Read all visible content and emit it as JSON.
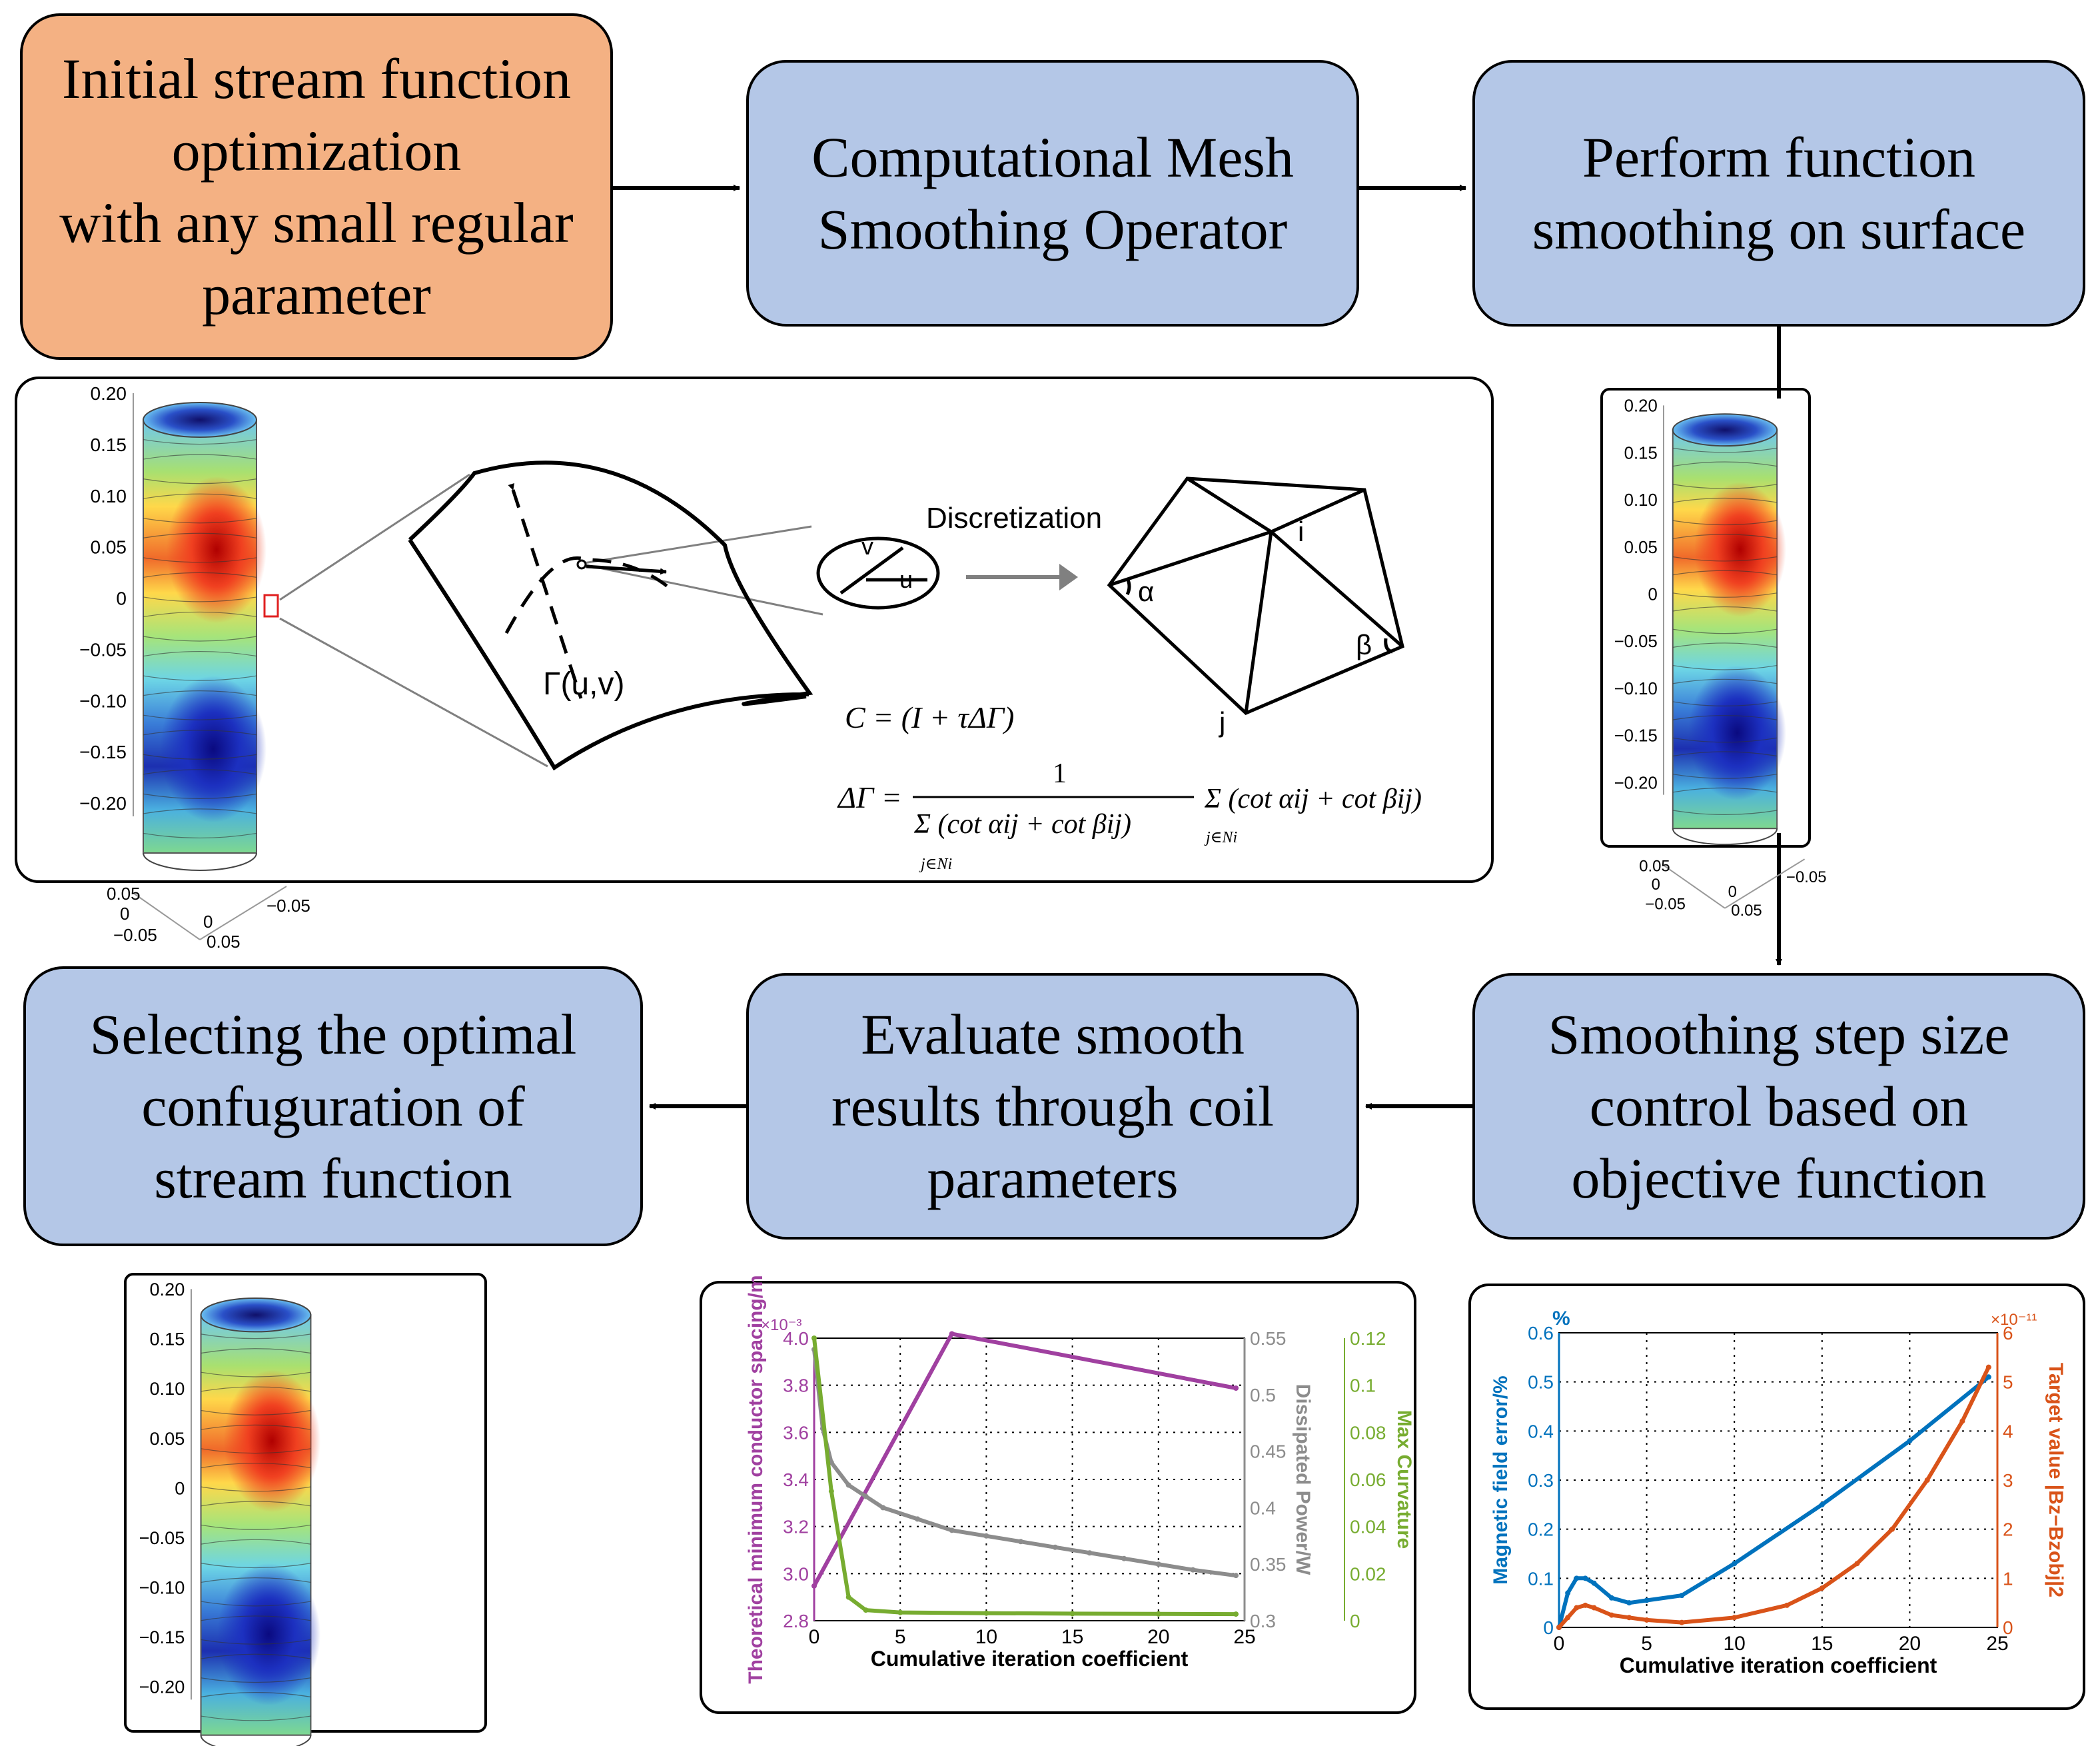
{
  "steps": {
    "s1": "Initial stream function optimization\nwith any small regular parameter",
    "s2": "Computational Mesh\nSmoothing Operator",
    "s3": "Perform function\nsmoothing on surface",
    "s4": "Smoothing step size\ncontrol based on\nobjective function",
    "s5": "Evaluate smooth\nresults through coil\nparameters",
    "s6": "Selecting the optimal\nconfuguration of\nstream function"
  },
  "operator_panel": {
    "discretization_label": "Discretization",
    "surface_label": "Γ(u,v)",
    "u_label": "u",
    "v_label": "v",
    "alpha": "α",
    "beta": "β",
    "vertex_i": "i",
    "vertex_j": "j",
    "formula_C": "C = (I + τΔΓ)",
    "formula_laplace_lhs": "ΔΓ =",
    "formula_numerator": "1",
    "formula_denominator": "Σ (cot αij + cot βij)",
    "formula_denominator_sub": "j∈Ni",
    "formula_right": "Σ (cot αij + cot βij)",
    "formula_right_sub": "j∈Ni"
  },
  "cylinder_axes": {
    "z_ticks": [
      "0.20",
      "0.15",
      "0.10",
      "0.05",
      "0",
      "−0.05",
      "−0.10",
      "−0.15",
      "−0.20"
    ],
    "base_ticks": [
      "0.05",
      "0",
      "−0.05",
      "0",
      "0.05",
      "−0.05"
    ]
  },
  "chart_data": [
    {
      "type": "line",
      "xlabel": "Cumulative iteration coefficient",
      "xlim": [
        0,
        25
      ],
      "x_ticks": [
        "0",
        "5",
        "10",
        "15",
        "20",
        "25"
      ],
      "axes": [
        {
          "side": "left",
          "label": "Theoretical minimum conductor spacing/m",
          "exponent": "×10⁻³",
          "ylim": [
            2.8,
            4.1
          ],
          "ticks": [
            "2.8",
            "3.0",
            "3.2",
            "3.4",
            "3.6",
            "3.8",
            "4.0"
          ],
          "color": "#a040a0"
        },
        {
          "side": "right-1",
          "label": "Dissipated Power/W",
          "ylim": [
            0.3,
            0.55
          ],
          "ticks": [
            "0.3",
            "0.35",
            "0.4",
            "0.45",
            "0.5",
            "0.55"
          ],
          "color": "#8c8c8c"
        },
        {
          "side": "right-2",
          "label": "Max Curvature",
          "ylim": [
            0,
            0.12
          ],
          "ticks": [
            "0",
            "0.02",
            "0.04",
            "0.06",
            "0.08",
            "0.1",
            "0.12"
          ],
          "color": "#77ac30"
        }
      ],
      "series": [
        {
          "axis": 0,
          "color": "#a040a0",
          "x": [
            0,
            8,
            24.5
          ],
          "y": [
            2.96,
            4.12,
            3.87
          ]
        },
        {
          "axis": 1,
          "color": "#8c8c8c",
          "x": [
            0,
            0.5,
            1,
            2,
            3,
            4,
            6,
            8,
            10,
            12,
            14,
            16,
            18,
            20,
            22,
            24.5
          ],
          "y": [
            0.54,
            0.47,
            0.44,
            0.42,
            0.41,
            0.4,
            0.39,
            0.38,
            0.375,
            0.37,
            0.365,
            0.36,
            0.355,
            0.35,
            0.345,
            0.34
          ]
        },
        {
          "axis": 2,
          "color": "#77ac30",
          "x": [
            0,
            1,
            2,
            3,
            5,
            10,
            15,
            20,
            24.5
          ],
          "y": [
            0.12,
            0.055,
            0.01,
            0.0045,
            0.0035,
            0.0032,
            0.003,
            0.0029,
            0.0028
          ]
        }
      ]
    },
    {
      "type": "line",
      "xlabel": "Cumulative iteration coefficient",
      "xlim": [
        0,
        25
      ],
      "x_ticks": [
        "0",
        "5",
        "10",
        "15",
        "20",
        "25"
      ],
      "axes": [
        {
          "side": "left",
          "label": "Magnetic field error/%",
          "unit_top": "%",
          "ylim": [
            0,
            0.6
          ],
          "ticks": [
            "0",
            "0.1",
            "0.2",
            "0.3",
            "0.4",
            "0.5",
            "0.6"
          ],
          "color": "#0072bd"
        },
        {
          "side": "right",
          "label": "Target value |Bz−Bzobj|2",
          "exponent": "×10⁻¹¹",
          "ylim": [
            0,
            6
          ],
          "ticks": [
            "0",
            "1",
            "2",
            "3",
            "4",
            "5",
            "6"
          ],
          "color": "#d95319"
        }
      ],
      "series": [
        {
          "axis": 0,
          "color": "#0072bd",
          "x": [
            0,
            0.5,
            1,
            1.5,
            2,
            3,
            4,
            5,
            7,
            10,
            15,
            20,
            24.5
          ],
          "y": [
            0.0,
            0.07,
            0.1,
            0.1,
            0.09,
            0.06,
            0.05,
            0.055,
            0.065,
            0.13,
            0.25,
            0.38,
            0.51
          ]
        },
        {
          "axis": 1,
          "color": "#d95319",
          "x": [
            0,
            0.5,
            1,
            1.5,
            2,
            3,
            4,
            5,
            7,
            10,
            13,
            15,
            17,
            19,
            21,
            23,
            24.5
          ],
          "y": [
            0.0,
            0.2,
            0.4,
            0.45,
            0.4,
            0.25,
            0.2,
            0.15,
            0.1,
            0.2,
            0.45,
            0.8,
            1.3,
            2.0,
            3.0,
            4.2,
            5.3
          ]
        }
      ]
    }
  ]
}
